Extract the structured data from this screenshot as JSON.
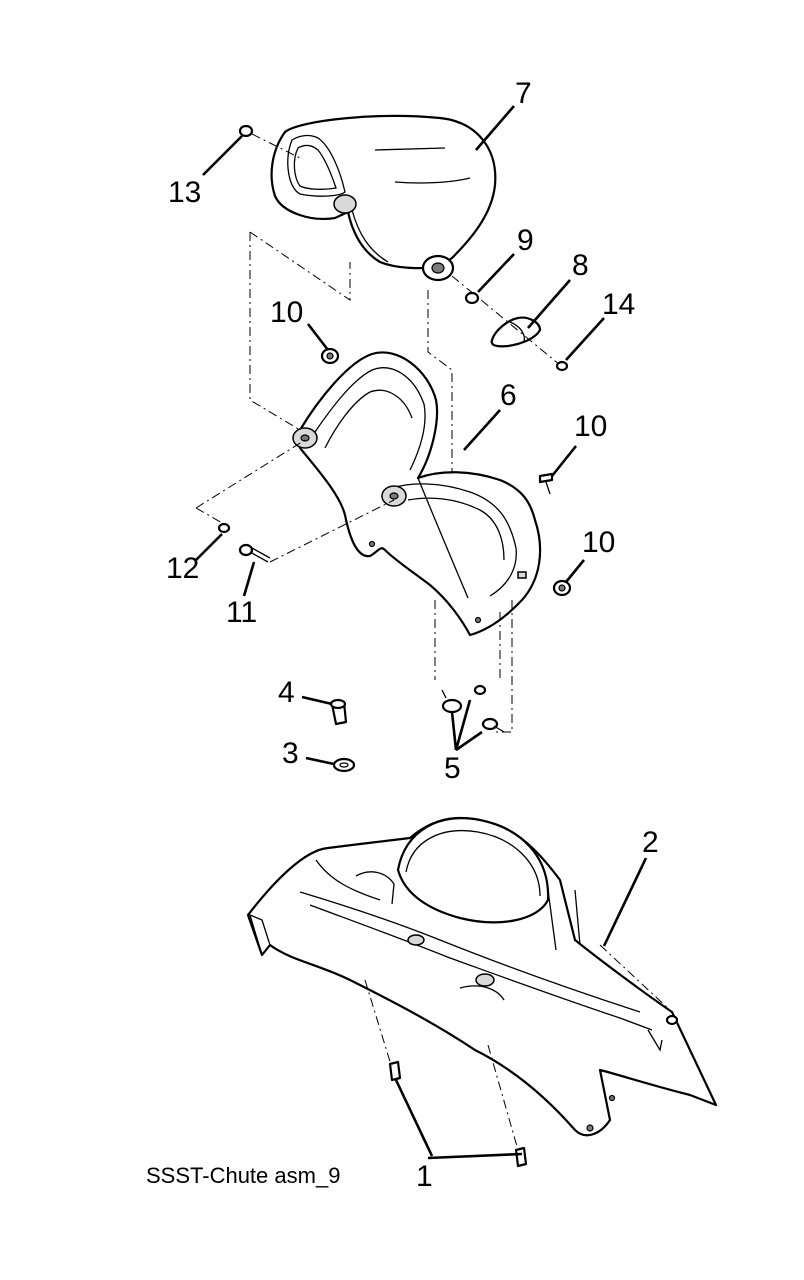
{
  "caption": "SSST-Chute asm_9",
  "callouts": [
    {
      "id": "c7",
      "text": "7"
    },
    {
      "id": "c13",
      "text": "13"
    },
    {
      "id": "c9",
      "text": "9"
    },
    {
      "id": "c8",
      "text": "8"
    },
    {
      "id": "c14",
      "text": "14"
    },
    {
      "id": "c10a",
      "text": "10"
    },
    {
      "id": "c6",
      "text": "6"
    },
    {
      "id": "c10b",
      "text": "10"
    },
    {
      "id": "c10c",
      "text": "10"
    },
    {
      "id": "c12",
      "text": "12"
    },
    {
      "id": "c11",
      "text": "11"
    },
    {
      "id": "c4",
      "text": "4"
    },
    {
      "id": "c3",
      "text": "3"
    },
    {
      "id": "c5",
      "text": "5"
    },
    {
      "id": "c2",
      "text": "2"
    },
    {
      "id": "c1",
      "text": "1"
    }
  ]
}
